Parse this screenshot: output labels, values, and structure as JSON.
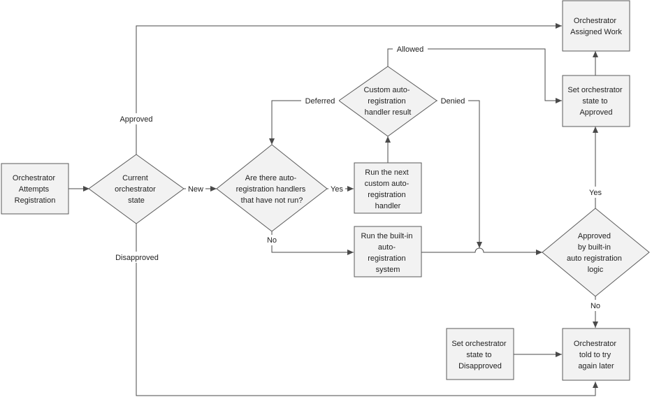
{
  "nodes": {
    "attempts": {
      "lines": [
        "Orchestrator",
        "Attempts",
        "Registration"
      ]
    },
    "current_state": {
      "lines": [
        "Current",
        "orchestrator",
        "state"
      ]
    },
    "handlers_not_run": {
      "lines": [
        "Are there auto-",
        "registration handlers",
        "that have not run?"
      ]
    },
    "run_next": {
      "lines": [
        "Run the next",
        "custom auto-",
        "registration",
        "handler"
      ]
    },
    "custom_result": {
      "lines": [
        "Custom auto-",
        "registration",
        "handler result"
      ]
    },
    "built_in": {
      "lines": [
        "Run the built-in",
        "auto-",
        "registration",
        "system"
      ]
    },
    "assigned_work": {
      "lines": [
        "Orchestrator",
        "Assigned Work"
      ]
    },
    "set_approved": {
      "lines": [
        "Set orchestrator",
        "state to",
        "Approved"
      ]
    },
    "approved_logic": {
      "lines": [
        "Approved",
        "by built-in",
        "auto registration",
        "logic"
      ]
    },
    "set_disapproved": {
      "lines": [
        "Set orchestrator",
        "state to",
        "Disapproved"
      ]
    },
    "try_again": {
      "lines": [
        "Orchestrator",
        "told to try",
        "again later"
      ]
    }
  },
  "edge_labels": {
    "approved": "Approved",
    "new": "New",
    "disapproved": "Disapproved",
    "yes_handlers": "Yes",
    "no_handlers": "No",
    "allowed": "Allowed",
    "deferred": "Deferred",
    "denied": "Denied",
    "yes_logic": "Yes",
    "no_logic": "No"
  }
}
